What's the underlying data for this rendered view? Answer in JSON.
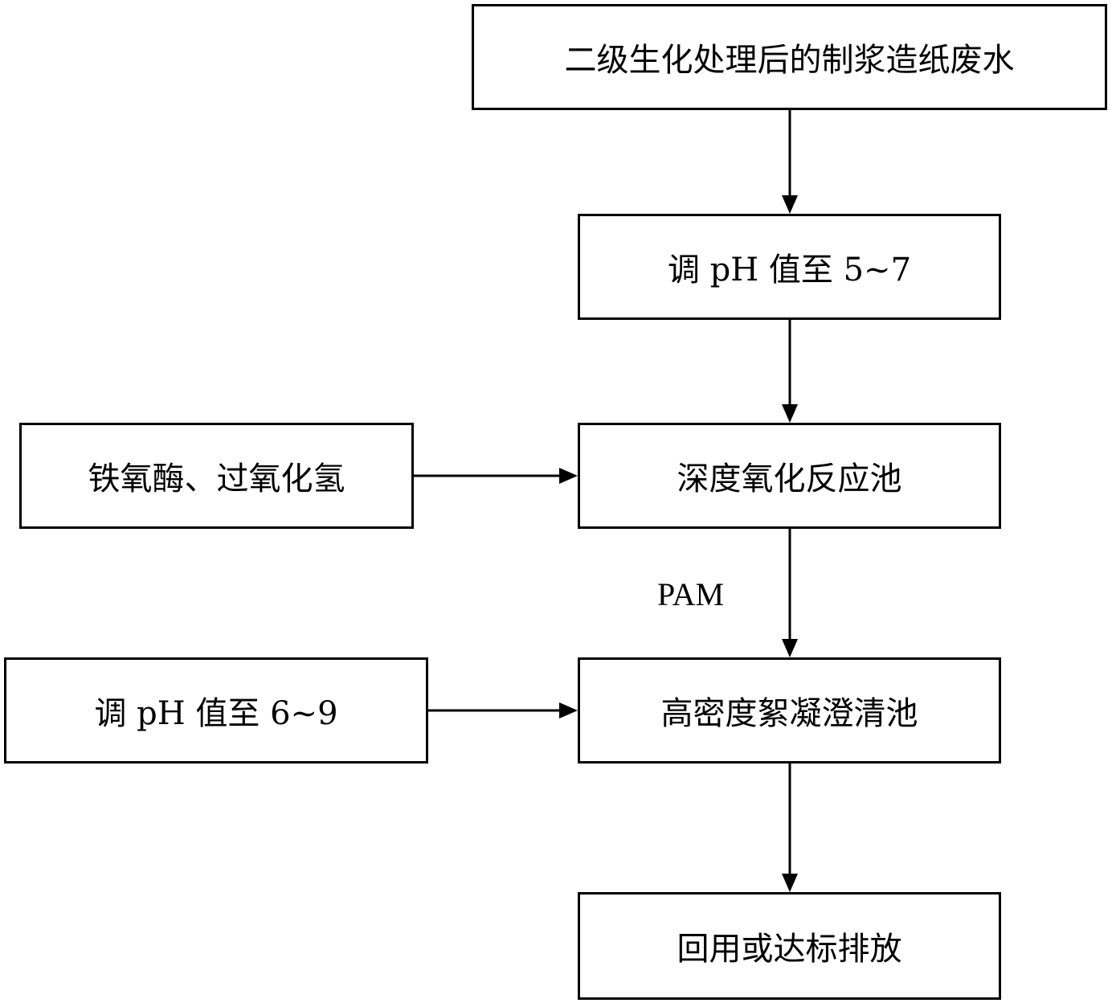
{
  "steps": {
    "source": "二级生化处理后的制浆造纸废水",
    "adjust_ph_1": "调 pH 值至 5~7",
    "oxidation": "深度氧化反应池",
    "clarifier": "高密度絮凝澄清池",
    "output": "回用或达标排放"
  },
  "inputs": {
    "reagents": "铁氧酶、过氧化氢",
    "adjust_ph_2": "调 pH 值至 6~9"
  },
  "annotations": {
    "pam": "PAM"
  }
}
